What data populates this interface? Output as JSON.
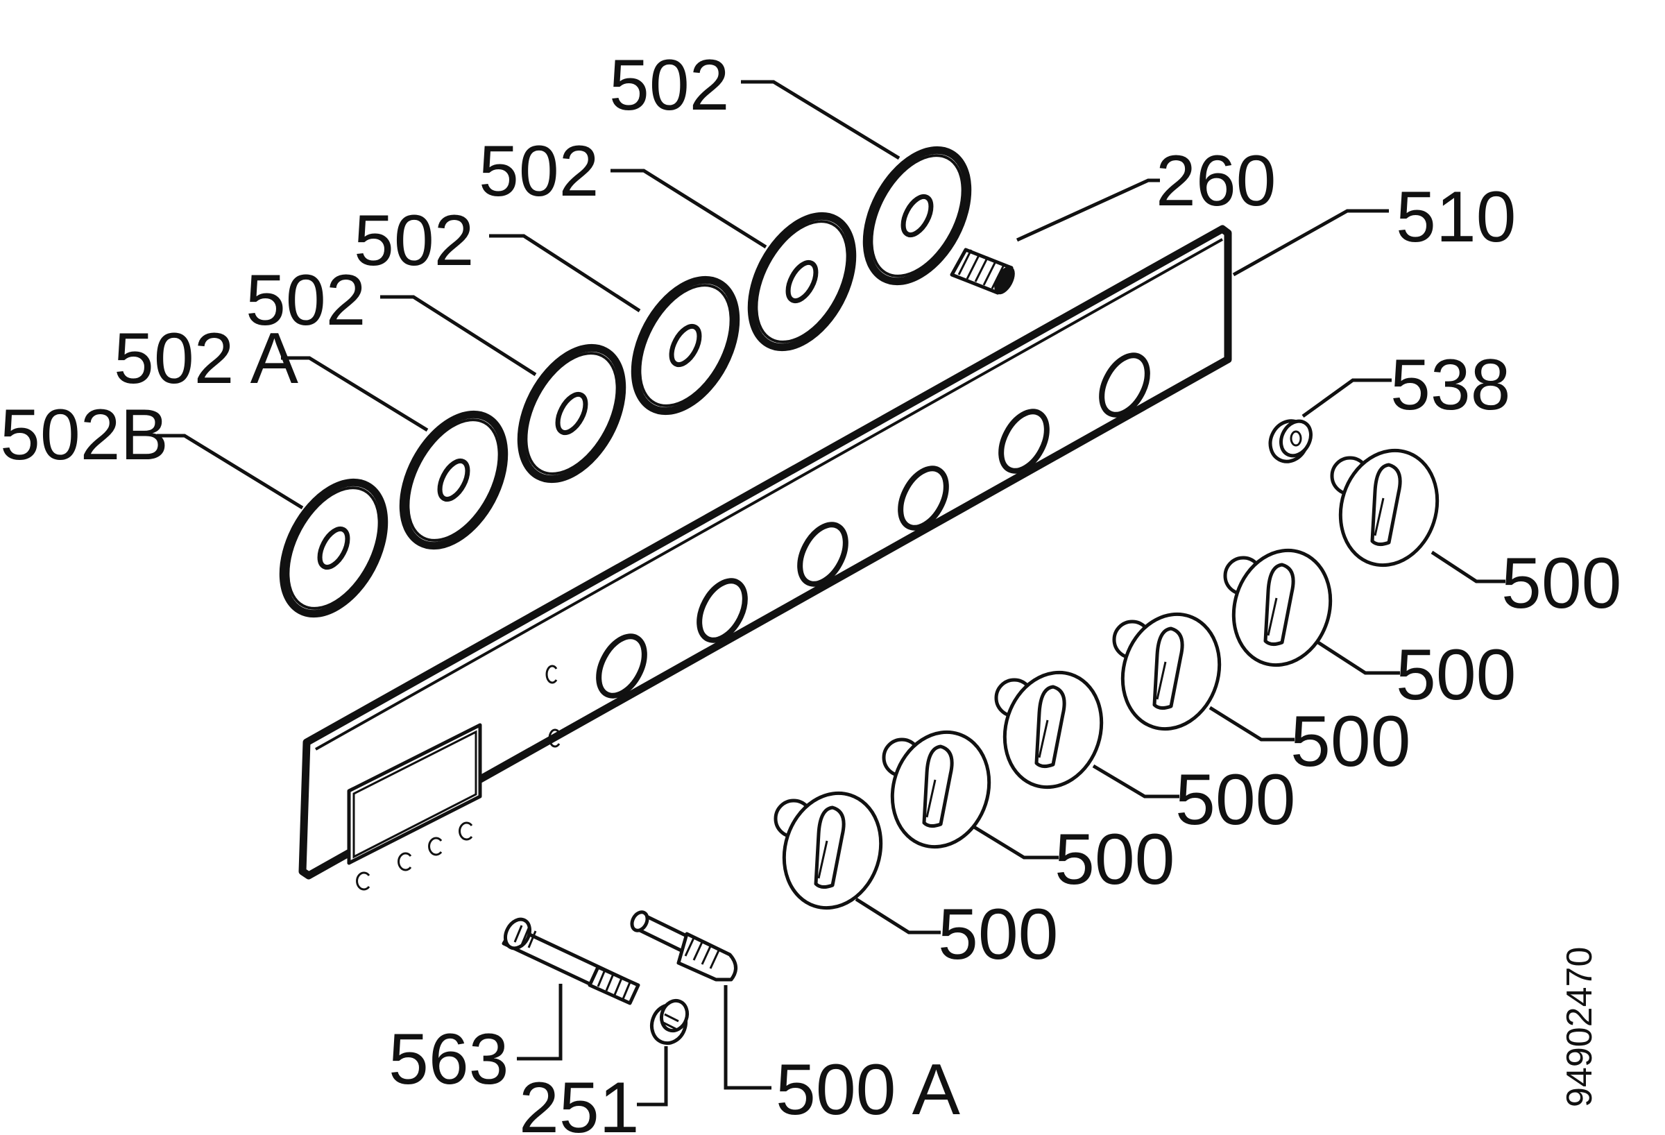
{
  "labels": {
    "washer_top": "502",
    "washer_2": "502",
    "washer_3": "502",
    "washer_4": "502",
    "washer_a": "502 A",
    "washer_b": "502B",
    "spring": "260",
    "panel": "510",
    "ring_nut": "538",
    "knob_1": "500",
    "knob_2": "500",
    "knob_3": "500",
    "knob_4": "500",
    "knob_5": "500",
    "knob_6": "500",
    "extension": "563",
    "button": "251",
    "small_knob": "500 A",
    "drawing_no": "94902470"
  }
}
